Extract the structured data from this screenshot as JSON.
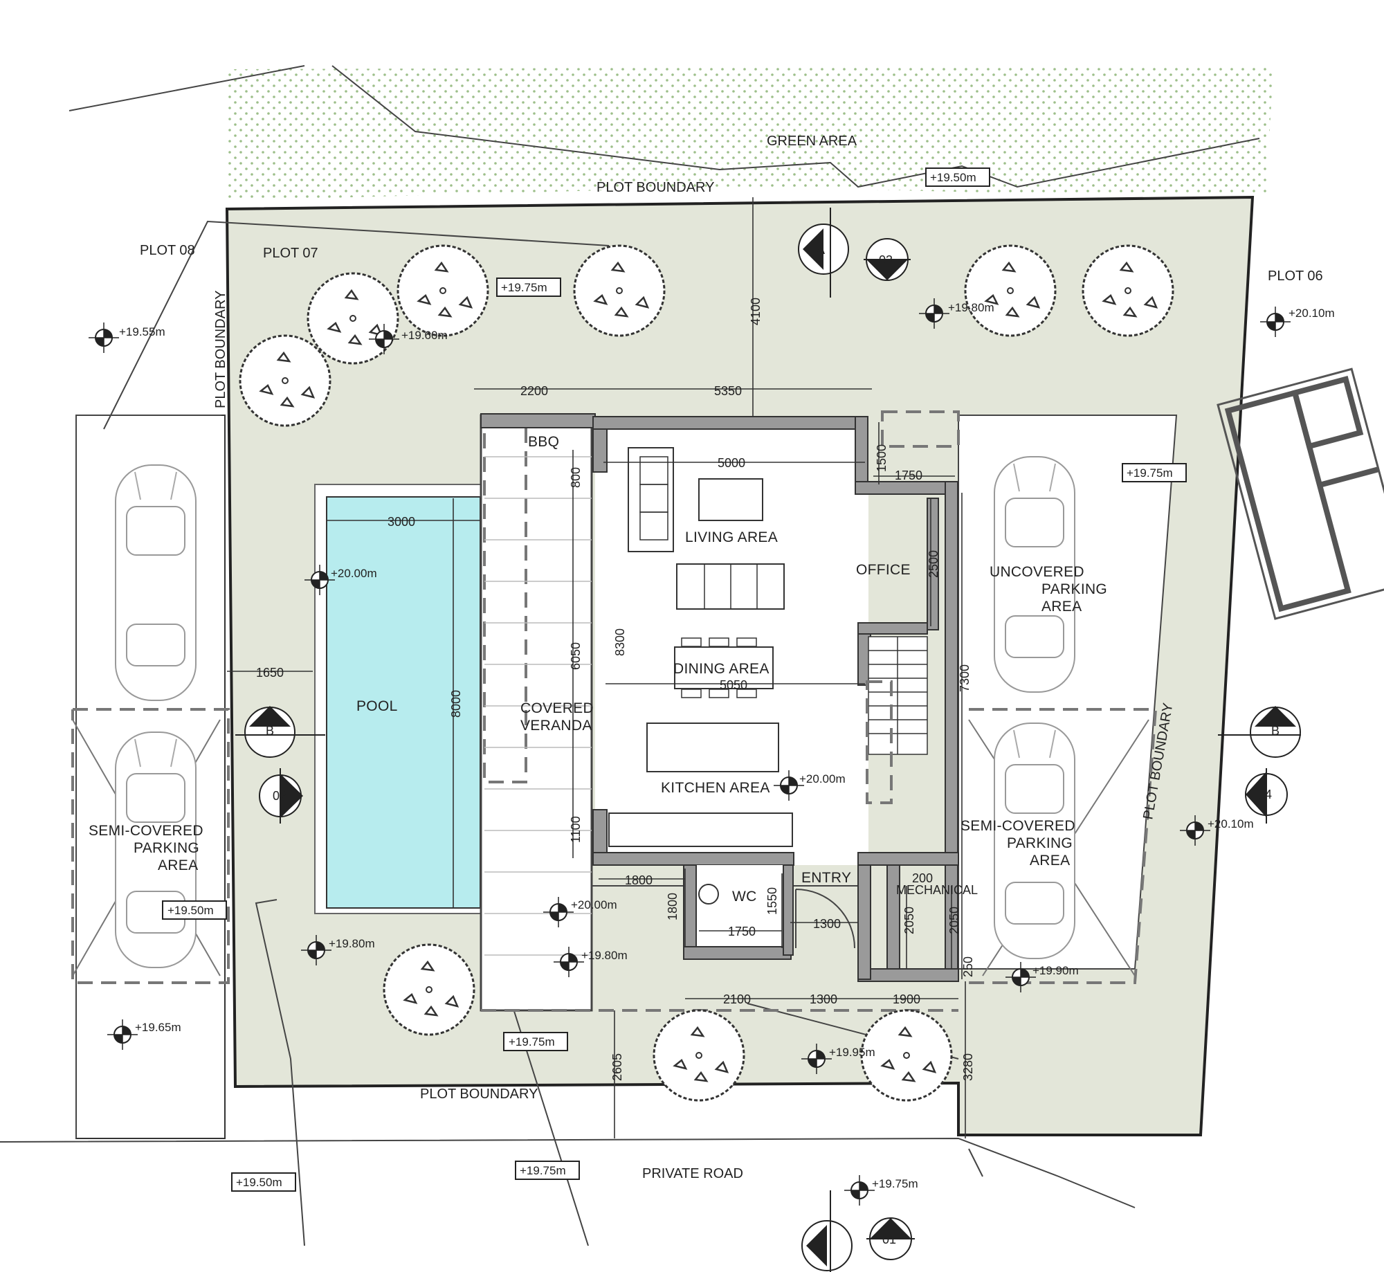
{
  "zones": {
    "green_area": "GREEN AREA",
    "plot_boundary_top": "PLOT BOUNDARY",
    "plot_boundary_left": "PLOT BOUNDARY",
    "plot_boundary_right": "PLOT BOUNDARY",
    "plot_boundary_bottom": "PLOT BOUNDARY",
    "plot_07": "PLOT 07",
    "plot_08": "PLOT 08",
    "plot_06": "PLOT 06",
    "private_road": "PRIVATE ROAD"
  },
  "rooms": {
    "bbq": "BBQ",
    "living": "LIVING AREA",
    "office": "OFFICE",
    "dining": "DINING AREA",
    "kitchen": "KITCHEN AREA",
    "pool": "POOL",
    "veranda_1": "COVERED",
    "veranda_2": "VERANDA",
    "wc": "WC",
    "entry": "ENTRY",
    "mechanical": "MECHANICAL",
    "uncovered_1": "UNCOVERED",
    "uncovered_2": "PARKING",
    "uncovered_3": "AREA",
    "semi_left_1": "SEMI-COVERED",
    "semi_left_2": "PARKING",
    "semi_left_3": "AREA",
    "semi_right_1": "SEMI-COVERED",
    "semi_right_2": "PARKING",
    "semi_right_3": "AREA"
  },
  "dimensions": {
    "d2200": "2200",
    "d5350": "5350",
    "d4100": "4100",
    "d5000": "5000",
    "d1500": "1500",
    "d1750a": "1750",
    "d3000": "3000",
    "d800": "800",
    "d2500": "2500",
    "d6050": "6050",
    "d8300": "8300",
    "d8000": "8000",
    "d1650": "1650",
    "d7300": "7300",
    "d5050": "5050",
    "d1100": "1100",
    "d1800a": "1800",
    "d1800b": "1800",
    "d1550": "1550",
    "d1750b": "1750",
    "d1300a": "1300",
    "d200": "200",
    "d2050a": "2050",
    "d2050b": "2050",
    "d250": "250",
    "d2100": "2100",
    "d1300b": "1300",
    "d1900": "1900",
    "d2605": "2605",
    "d3280": "3280"
  },
  "levels": {
    "l1950_top": "+19.50m",
    "l1975_tree": "+19.75m",
    "l1960": "+19.60m",
    "l1955": "+19.55m",
    "l1980_top": "+19.80m",
    "l2010_a": "+20.10m",
    "l1975_right": "+19.75m",
    "l2000_pool": "+20.00m",
    "l2000_kitchen": "+20.00m",
    "l2010_b": "+20.10m",
    "l1950_left": "+19.50m",
    "l2000_veranda": "+20.00m",
    "l1980_veranda": "+19.80m",
    "l1980_left": "+19.80m",
    "l1990": "+19.90m",
    "l1975_bottom": "+19.75m",
    "l1965": "+19.65m",
    "l1995": "+19.95m",
    "l1950_road": "+19.50m",
    "l1975_road": "+19.75m",
    "l1975_road_r": "+19.75m"
  },
  "markers": {
    "sec_a_top": "A",
    "view_03": "03",
    "sec_b_left": "B",
    "view_02": "02",
    "sec_b_right": "B",
    "view_04": "04",
    "sec_a_bottom": "A",
    "view_01": "01"
  },
  "colors": {
    "plot_fill": "#e3e6d9",
    "pool_fill": "#b7ecee",
    "green_dots": "#9dbf8a",
    "wall_fill": "#9a9a9a"
  }
}
